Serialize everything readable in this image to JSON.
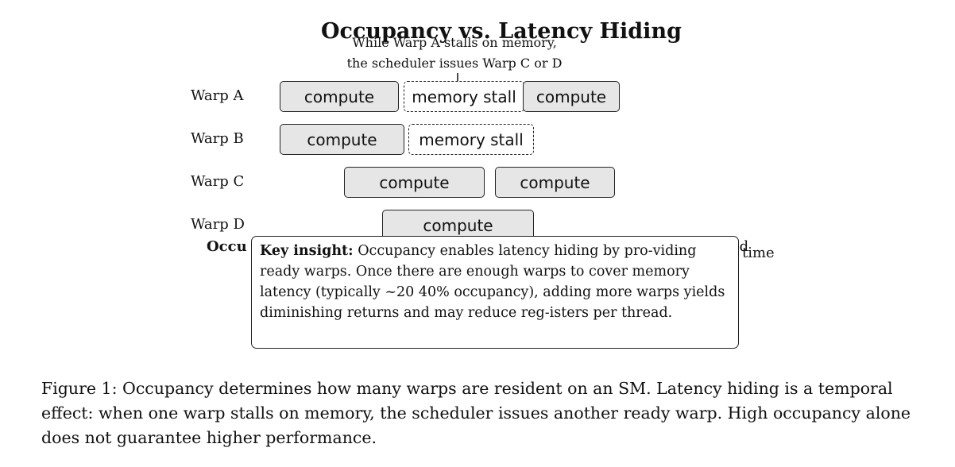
{
  "diagram": {
    "title": "Occupancy vs. Latency Hiding",
    "annotation_line1": "While Warp A stalls on memory,",
    "annotation_line2": "the scheduler issues Warp C or D",
    "warps": [
      {
        "label": "Warp A",
        "blocks": [
          "compute",
          "memory stall",
          "compute"
        ]
      },
      {
        "label": "Warp B",
        "blocks": [
          "compute",
          "memory stall"
        ]
      },
      {
        "label": "Warp C",
        "blocks": [
          "compute",
          "compute"
        ]
      },
      {
        "label": "Warp D",
        "blocks": [
          "compute"
        ]
      }
    ],
    "occluded_text_left": "Occu",
    "occluded_text_right": "ed",
    "axis_label": "time",
    "insight_title": "Key insight:",
    "insight_body": "Occupancy enables latency hiding by pro-viding ready warps. Once there are enough warps to cover memory latency (typically ~20 40% occupancy), adding more warps yields diminishing returns and may reduce reg-isters per thread."
  },
  "caption": "Figure 1: Occupancy determines how many warps are resident on an SM. Latency hiding is a temporal effect: when one warp stalls on memory, the scheduler issues another ready warp. High occupancy alone does not guarantee higher performance."
}
